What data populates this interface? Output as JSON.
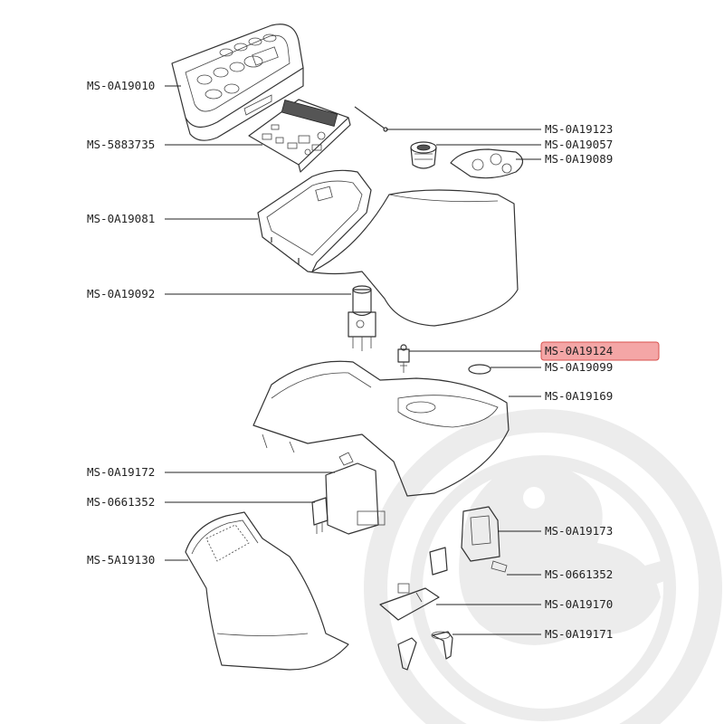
{
  "highlight_color": "#f4a6a6",
  "highlight_border": "#d9534f",
  "highlighted_part": "MS-0A19124",
  "parts_left": [
    {
      "id": "MS-0A19010"
    },
    {
      "id": "MS-5883735"
    },
    {
      "id": "MS-0A19081"
    },
    {
      "id": "MS-0A19092"
    },
    {
      "id": "MS-0A19172"
    },
    {
      "id": "MS-0661352"
    },
    {
      "id": "MS-5A19130"
    }
  ],
  "parts_right": [
    {
      "id": "MS-0A19123"
    },
    {
      "id": "MS-0A19057"
    },
    {
      "id": "MS-0A19089"
    },
    {
      "id": "MS-0A19124"
    },
    {
      "id": "MS-0A19099"
    },
    {
      "id": "MS-0A19169"
    },
    {
      "id": "MS-0A19173"
    },
    {
      "id": "MS-0661352"
    },
    {
      "id": "MS-0A19170"
    },
    {
      "id": "MS-0A19171"
    }
  ],
  "watermark": {
    "icon": "seb-duck-logo-icon"
  }
}
